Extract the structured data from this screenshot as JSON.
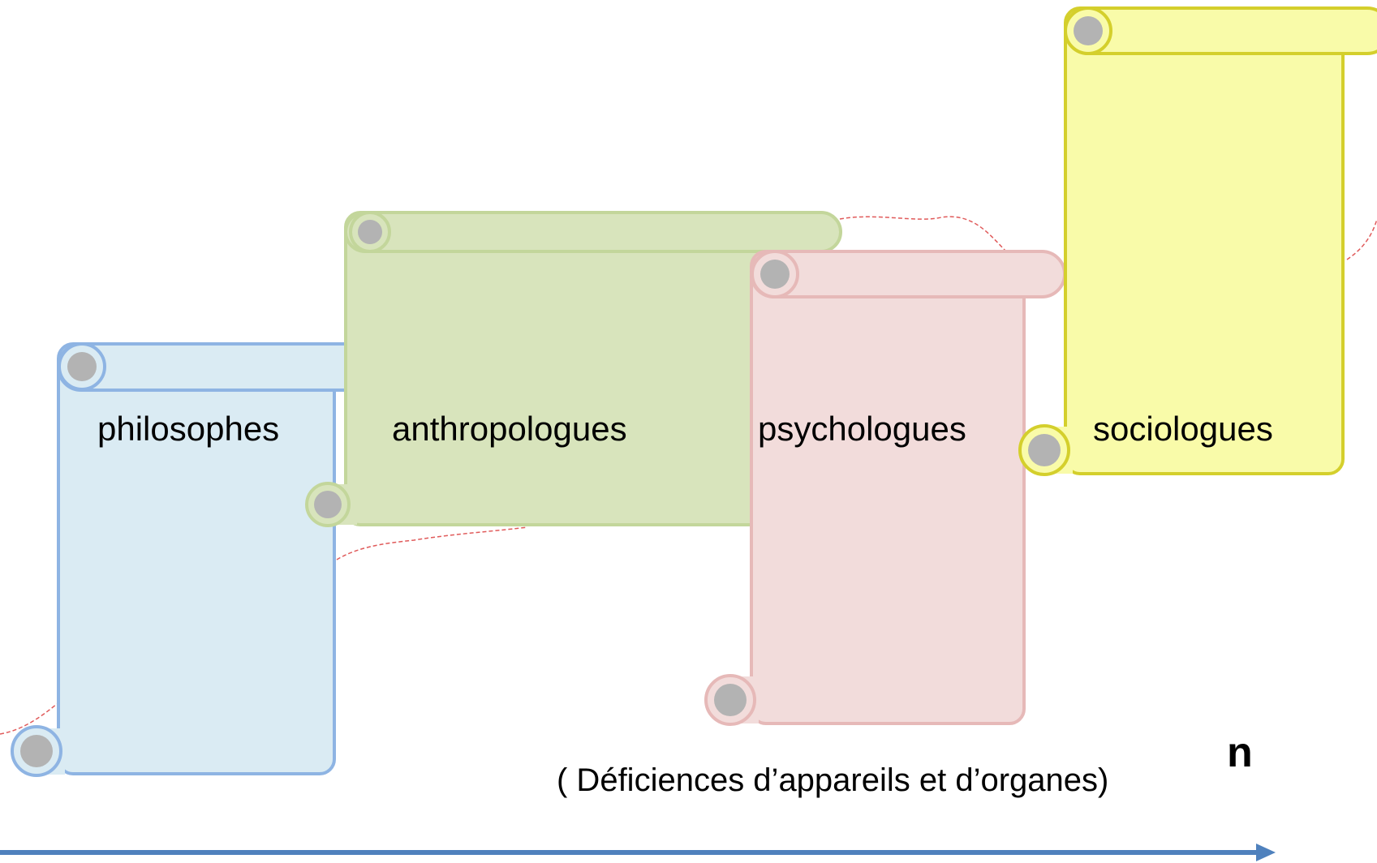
{
  "scrolls": [
    {
      "label": "philosophes",
      "fill": "#daebf3",
      "stroke": "#8eb4e3",
      "curl": "#b3b3b3"
    },
    {
      "label": "anthropologues",
      "fill": "#d8e4bc",
      "stroke": "#c3d69b",
      "curl": "#b3b3b3"
    },
    {
      "label": "psychologues",
      "fill": "#f2dcdb",
      "stroke": "#e6b9b8",
      "curl": "#b3b3b3"
    },
    {
      "label": "sociologues",
      "fill": "#f9fba9",
      "stroke": "#d4cf2c",
      "curl": "#b3b3b3"
    }
  ],
  "axis": {
    "note": "( Déficiences d’appareils et d’organes)",
    "n": "n",
    "color": "#4f81bd"
  },
  "dashed_line_color": "#e05a5a"
}
